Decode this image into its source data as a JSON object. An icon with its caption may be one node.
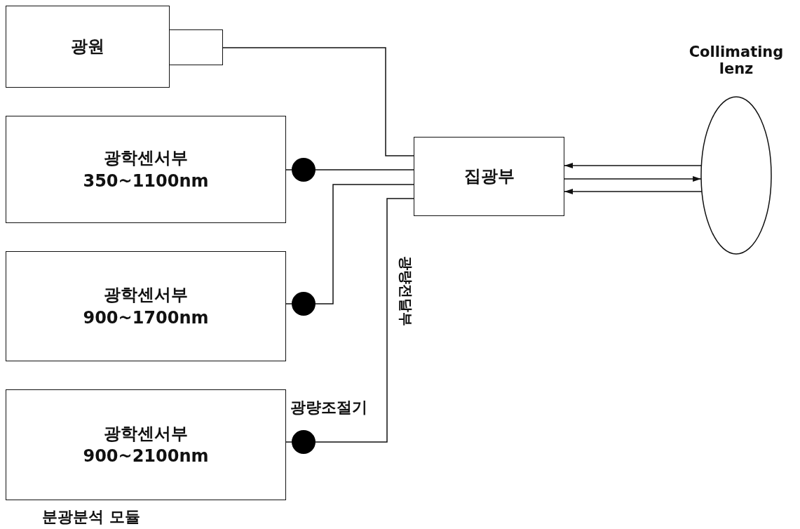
{
  "diagram": {
    "nodes": [
      {
        "text": [
          "광원"
        ]
      },
      {
        "text": [],
        "shape": "box"
      },
      {
        "text": [
          "광학센서부 350~1100nm"
        ]
      },
      {
        "text": [
          "광학센서부 900~1700nm"
        ]
      },
      {
        "text": [
          "광학센서부 900~2100nm"
        ]
      },
      {
        "text": [
          "집광부"
        ]
      },
      {
        "text": [
          "Collimating lenz"
        ]
      },
      {
        "text": [],
        "shape": "circle"
      },
      {
        "text": [],
        "shape": "circle"
      },
      {
        "text": [],
        "shape": "circle"
      }
    ],
    "edges": [
      {
        "from": 1,
        "to": 5,
        "arrow": "none"
      },
      {
        "from": 2,
        "to": 7,
        "arrow": "none"
      },
      {
        "from": 7,
        "to": 5,
        "arrow": "none"
      },
      {
        "from": 3,
        "to": 8,
        "arrow": "none"
      },
      {
        "from": 8,
        "to": 5,
        "arrow": "none"
      },
      {
        "from": 4,
        "to": 9,
        "arrow": "none"
      },
      {
        "from": 9,
        "to": 5,
        "arrow": "none"
      },
      {
        "from": 6,
        "to": 5,
        "arrow": "to"
      },
      {
        "from": 5,
        "to": 6,
        "arrow": "to"
      },
      {
        "from": 6,
        "to": 5,
        "arrow": "to"
      }
    ],
    "labels": [
      "광량전달부",
      "광량조절기",
      "분광분석 모듈"
    ]
  }
}
